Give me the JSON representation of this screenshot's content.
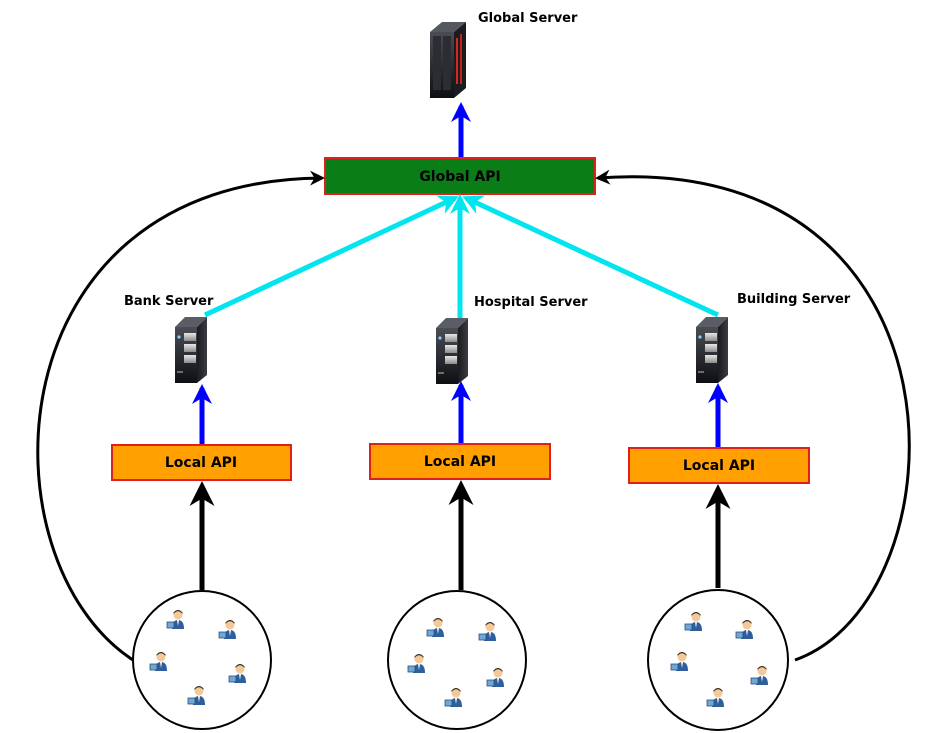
{
  "global_server": {
    "label": "Global Server",
    "icon": "rack-server-icon"
  },
  "global_api": {
    "label": "Global API",
    "fill": "#0a7d16",
    "border": "#e0201c"
  },
  "servers": [
    {
      "label": "Bank Server",
      "icon": "tower-server-icon"
    },
    {
      "label": "Hospital Server",
      "icon": "tower-server-icon"
    },
    {
      "label": "Building Server",
      "icon": "tower-server-icon"
    }
  ],
  "local_apis": [
    {
      "label": "Local API"
    },
    {
      "label": "Local API"
    },
    {
      "label": "Local API"
    }
  ],
  "local_api_style": {
    "fill": "#ffa000",
    "border": "#e0201c"
  },
  "user_groups": [
    {
      "user_count": 5,
      "icon": "user-icon"
    },
    {
      "user_count": 5,
      "icon": "user-icon"
    },
    {
      "user_count": 5,
      "icon": "user-icon"
    }
  ],
  "colors": {
    "server_to_global_arrow": "#00e5ee",
    "up_arrow": "#0000ff",
    "user_arrow": "#000000"
  }
}
